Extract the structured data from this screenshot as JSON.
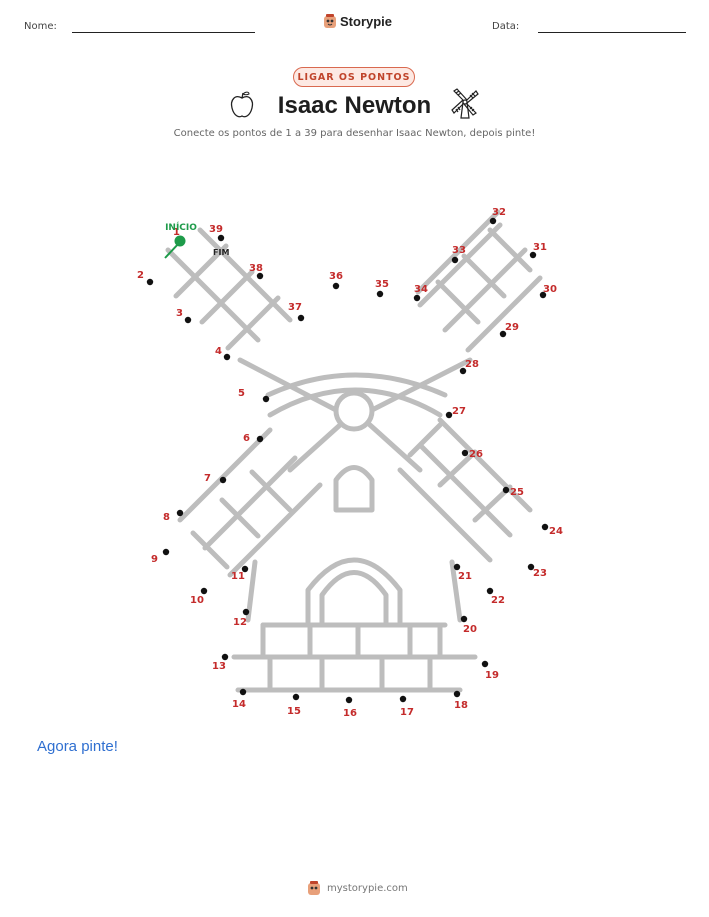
{
  "header": {
    "name_label": "Nome:",
    "date_label": "Data:",
    "brand": "Storypie"
  },
  "badge": "LIGAR OS PONTOS",
  "title": "Isaac Newton",
  "subtitle": "Conecte os pontos de 1 a 39 para desenhar Isaac Newton, depois pinte!",
  "start_label": "INÍCIO",
  "end_label": "FIM",
  "dots": [
    {
      "n": "1"
    },
    {
      "n": "2"
    },
    {
      "n": "3"
    },
    {
      "n": "4"
    },
    {
      "n": "5"
    },
    {
      "n": "6"
    },
    {
      "n": "7"
    },
    {
      "n": "8"
    },
    {
      "n": "9"
    },
    {
      "n": "10"
    },
    {
      "n": "11"
    },
    {
      "n": "12"
    },
    {
      "n": "13"
    },
    {
      "n": "14"
    },
    {
      "n": "15"
    },
    {
      "n": "16"
    },
    {
      "n": "17"
    },
    {
      "n": "18"
    },
    {
      "n": "19"
    },
    {
      "n": "20"
    },
    {
      "n": "21"
    },
    {
      "n": "22"
    },
    {
      "n": "23"
    },
    {
      "n": "24"
    },
    {
      "n": "25"
    },
    {
      "n": "26"
    },
    {
      "n": "27"
    },
    {
      "n": "28"
    },
    {
      "n": "29"
    },
    {
      "n": "30"
    },
    {
      "n": "31"
    },
    {
      "n": "32"
    },
    {
      "n": "33"
    },
    {
      "n": "34"
    },
    {
      "n": "35"
    },
    {
      "n": "36"
    },
    {
      "n": "37"
    },
    {
      "n": "38"
    },
    {
      "n": "39"
    }
  ],
  "now_color": "Agora pinte!",
  "footer": "mystorypie.com",
  "colors": {
    "dot_label": "#c42b2b",
    "start": "#1e9b4a",
    "outline": "#bdbdbd",
    "badge_border": "#d9694f"
  },
  "icons": [
    "apple-icon",
    "windmill-icon",
    "storypie-logo-icon"
  ]
}
